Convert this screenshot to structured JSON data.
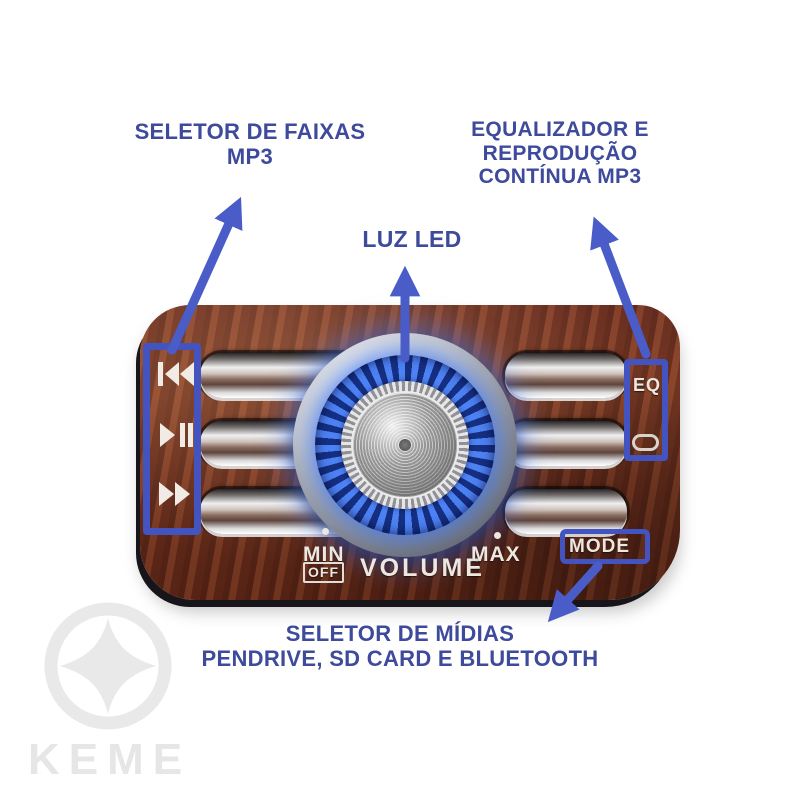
{
  "image_type": "annotated product photo of car stereo control panel",
  "colors": {
    "arrow_accent": "#4a5cc7",
    "caption_text": "#3e4a9b",
    "wood_panel": "#6e3322",
    "led_ring": "#3b6ef0",
    "chrome": "#d9d9da"
  },
  "captions": {
    "track_selector": {
      "line1": "SELETOR DE FAIXAS",
      "line2": "MP3"
    },
    "equalizer": {
      "line1": "EQUALIZADOR E",
      "line2": "REPRODUÇÃO",
      "line3": "CONTÍNUA MP3"
    },
    "led": {
      "text": "LUZ LED"
    },
    "media_selector": {
      "line1": "SELETOR DE MÍDIAS",
      "line2": "PENDRIVE, SD CARD E BLUETOOTH"
    }
  },
  "panel": {
    "volume_knob": {
      "min": "MIN",
      "off": "OFF",
      "volume": "VOLUME",
      "max": "MAX"
    },
    "buttons": {
      "eq": "EQ",
      "mode": "MODE"
    },
    "icons": {
      "previous": "previous-track-icon",
      "play_pause": "play-pause-icon",
      "next": "next-track-icon",
      "loop": "repeat-loop-icon"
    }
  },
  "watermark": {
    "brand": "KEME"
  }
}
